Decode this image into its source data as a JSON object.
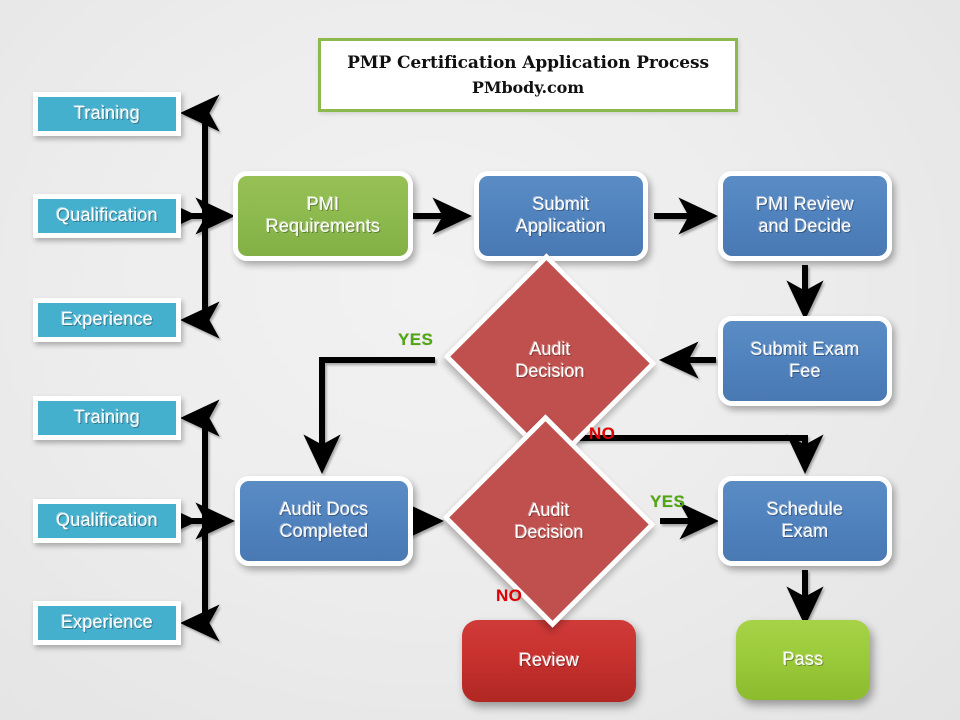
{
  "title": {
    "line1": "PMP Certification Application Process",
    "line2": "PMbody.com",
    "border_color": "#8CB94D"
  },
  "colors": {
    "background": "#ededed",
    "rail_teal": "#45AFCE",
    "process_blue": "#4F81BD",
    "process_green": "#8CB94D",
    "decision_red": "#C0504D",
    "terminal_red": "#C9322F",
    "terminal_lime": "#9BCB3B",
    "yes_label": "#4FA80F",
    "no_label": "#E00000",
    "connector": "#000000"
  },
  "rails": {
    "top": {
      "items": [
        {
          "label": "Training"
        },
        {
          "label": "Qualification"
        },
        {
          "label": "Experience"
        }
      ]
    },
    "bottom": {
      "items": [
        {
          "label": "Training"
        },
        {
          "label": "Qualification"
        },
        {
          "label": "Experience"
        }
      ]
    }
  },
  "nodes": {
    "pmi_requirements": {
      "label": "PMI\nRequirements",
      "line1": "PMI",
      "line2": "Requirements",
      "shape": "process",
      "color": "green"
    },
    "submit_application": {
      "label": "Submit Application",
      "line1": "Submit",
      "line2": "Application",
      "shape": "process",
      "color": "blue"
    },
    "pmi_review": {
      "label": "PMI Review and Decide",
      "line1": "PMI Review",
      "line2": "and Decide",
      "shape": "process",
      "color": "blue"
    },
    "submit_exam_fee": {
      "label": "Submit Exam Fee",
      "line1": "Submit Exam",
      "line2": "Fee",
      "shape": "process",
      "color": "blue"
    },
    "audit_decision_1": {
      "label": "Audit Decision",
      "line1": "Audit",
      "line2": "Decision",
      "shape": "decision",
      "color": "red"
    },
    "audit_decision_2": {
      "label": "Audit Decision",
      "line1": "Audit",
      "line2": "Decision",
      "shape": "decision",
      "color": "red"
    },
    "audit_docs_completed": {
      "label": "Audit Docs Completed",
      "line1": "Audit Docs",
      "line2": "Completed",
      "shape": "process",
      "color": "blue"
    },
    "schedule_exam": {
      "label": "Schedule Exam",
      "line1": "Schedule",
      "line2": "Exam",
      "shape": "process",
      "color": "blue"
    },
    "review": {
      "label": "Review",
      "line1": "Review",
      "line2": "",
      "shape": "terminal",
      "color": "red"
    },
    "pass": {
      "label": "Pass",
      "line1": "Pass",
      "line2": "",
      "shape": "terminal",
      "color": "lime"
    }
  },
  "edge_labels": {
    "yes_audit1": "YES",
    "no_audit1": "NO",
    "yes_audit2": "YES",
    "no_audit2": "NO"
  }
}
